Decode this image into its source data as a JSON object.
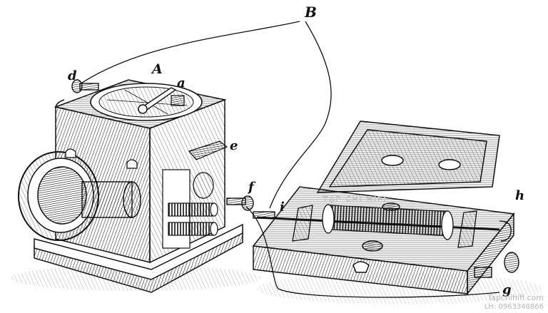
{
  "labels": {
    "a": "a",
    "A": "A",
    "B": "B",
    "d": "d",
    "e": "e",
    "f": "f",
    "g": "g",
    "h": "h",
    "i": "i"
  },
  "watermark": {
    "magazine": "TẠP CHÍ   HIFI"
  },
  "credit": {
    "site": "Tapchihifi.com",
    "phone": "LH: 0963348866"
  },
  "colors": {
    "ink": "#111111",
    "paper": "#ffffff",
    "watermark": "#c8c8c8"
  }
}
